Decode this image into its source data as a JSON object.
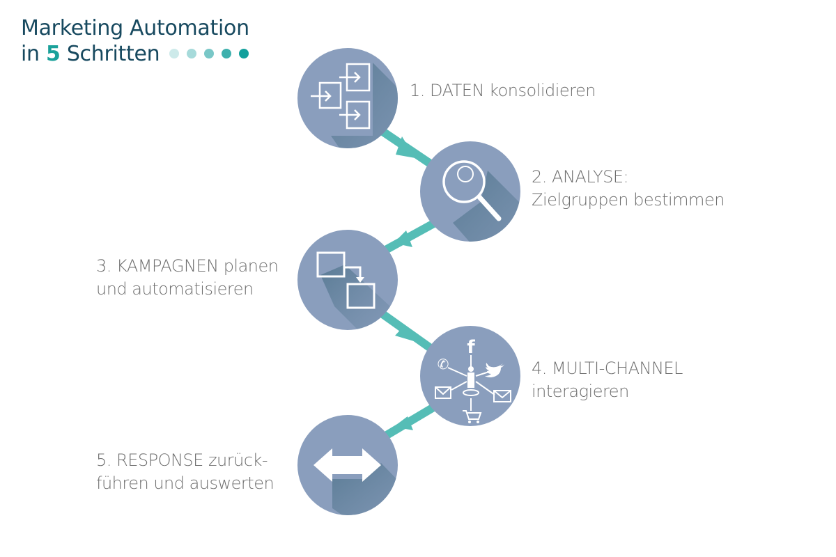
{
  "title": {
    "line1": "Marketing Automation",
    "line2_prefix": "in ",
    "line2_number": "5",
    "line2_suffix": " Schritten",
    "dot_colors": [
      "#cdeaea",
      "#a6dada",
      "#79c7c7",
      "#3eb0ad",
      "#12a09c"
    ]
  },
  "colors": {
    "circle": "#8a9ebd",
    "shadow": "#5f7f99",
    "connector": "#55bdb6",
    "text": "#6e6e6e",
    "title": "#17495f",
    "accent": "#1aa19a"
  },
  "steps": [
    {
      "number": "1",
      "icon": "import-icon",
      "line1": "1. DATEN konsolidieren",
      "line2": ""
    },
    {
      "number": "2",
      "icon": "magnifier-icon",
      "line1": "2. ANALYSE:",
      "line2": "Zielgruppen bestimmen"
    },
    {
      "number": "3",
      "icon": "workflow-icon",
      "line1": "3. KAMPAGNEN planen",
      "line2": "und automatisieren"
    },
    {
      "number": "4",
      "icon": "multichannel-icon",
      "line1": "4. MULTI-CHANNEL",
      "line2": "interagieren"
    },
    {
      "number": "5",
      "icon": "bidirectional-arrow-icon",
      "line1": "5. RESPONSE zurück-",
      "line2": "führen und auswerten"
    }
  ]
}
